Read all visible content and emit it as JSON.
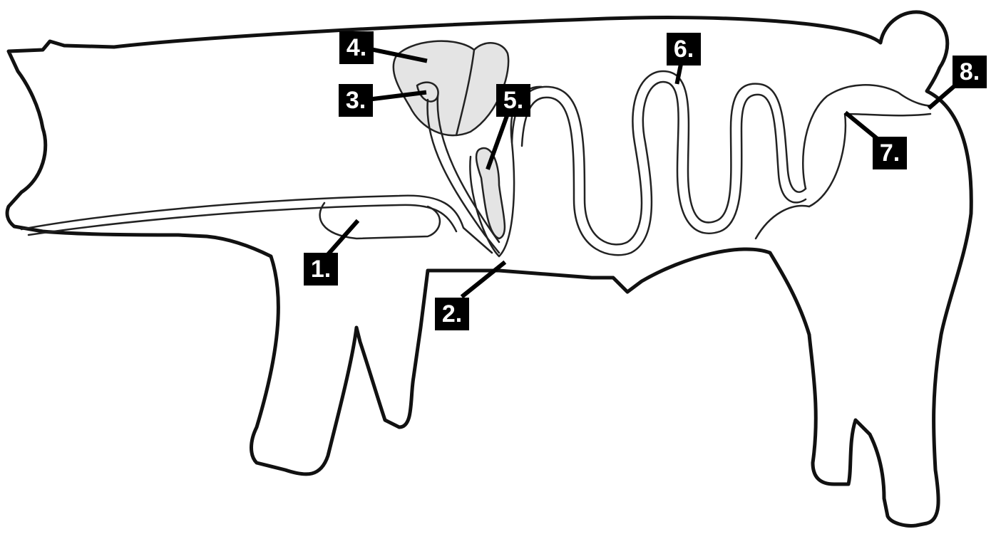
{
  "labels": [
    {
      "id": "1",
      "text": "1."
    },
    {
      "id": "2",
      "text": "2."
    },
    {
      "id": "3",
      "text": "3."
    },
    {
      "id": "4",
      "text": "4."
    },
    {
      "id": "5",
      "text": "5."
    },
    {
      "id": "6",
      "text": "6."
    },
    {
      "id": "7",
      "text": "7."
    },
    {
      "id": "8",
      "text": "8."
    }
  ],
  "colors": {
    "outline": "#111111",
    "organ_fill": "#e4e4e4",
    "label_bg": "#000000",
    "label_text": "#ffffff"
  },
  "icons": [
    "pig-silhouette",
    "digestive-tract"
  ]
}
